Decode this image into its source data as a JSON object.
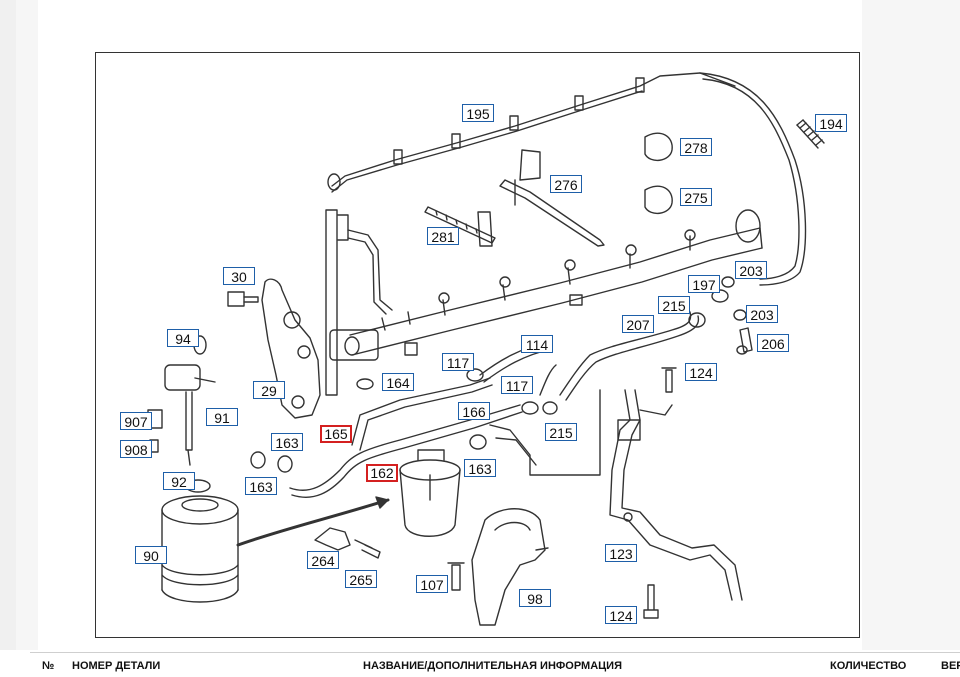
{
  "diagram": {
    "callouts": [
      {
        "id": "195",
        "label": "195",
        "highlighted": false
      },
      {
        "id": "194",
        "label": "194",
        "highlighted": false
      },
      {
        "id": "278",
        "label": "278",
        "highlighted": false
      },
      {
        "id": "276",
        "label": "276",
        "highlighted": false
      },
      {
        "id": "275",
        "label": "275",
        "highlighted": false
      },
      {
        "id": "281",
        "label": "281",
        "highlighted": false
      },
      {
        "id": "30",
        "label": "30",
        "highlighted": false
      },
      {
        "id": "197",
        "label": "197",
        "highlighted": false
      },
      {
        "id": "203a",
        "label": "203",
        "highlighted": false
      },
      {
        "id": "215a",
        "label": "215",
        "highlighted": false
      },
      {
        "id": "203b",
        "label": "203",
        "highlighted": false
      },
      {
        "id": "207",
        "label": "207",
        "highlighted": false
      },
      {
        "id": "206",
        "label": "206",
        "highlighted": false
      },
      {
        "id": "94",
        "label": "94",
        "highlighted": false
      },
      {
        "id": "114",
        "label": "114",
        "highlighted": false
      },
      {
        "id": "117a",
        "label": "117",
        "highlighted": false
      },
      {
        "id": "164",
        "label": "164",
        "highlighted": false
      },
      {
        "id": "124a",
        "label": "124",
        "highlighted": false
      },
      {
        "id": "29",
        "label": "29",
        "highlighted": false
      },
      {
        "id": "117b",
        "label": "117",
        "highlighted": false
      },
      {
        "id": "907",
        "label": "907",
        "highlighted": false
      },
      {
        "id": "91",
        "label": "91",
        "highlighted": false
      },
      {
        "id": "166",
        "label": "166",
        "highlighted": false
      },
      {
        "id": "165",
        "label": "165",
        "highlighted": true
      },
      {
        "id": "215b",
        "label": "215",
        "highlighted": false
      },
      {
        "id": "908",
        "label": "908",
        "highlighted": false
      },
      {
        "id": "163a",
        "label": "163",
        "highlighted": false
      },
      {
        "id": "162",
        "label": "162",
        "highlighted": true
      },
      {
        "id": "163b",
        "label": "163",
        "highlighted": false
      },
      {
        "id": "92",
        "label": "92",
        "highlighted": false
      },
      {
        "id": "163c",
        "label": "163",
        "highlighted": false
      },
      {
        "id": "90",
        "label": "90",
        "highlighted": false
      },
      {
        "id": "264",
        "label": "264",
        "highlighted": false
      },
      {
        "id": "123",
        "label": "123",
        "highlighted": false
      },
      {
        "id": "265",
        "label": "265",
        "highlighted": false
      },
      {
        "id": "107",
        "label": "107",
        "highlighted": false
      },
      {
        "id": "98",
        "label": "98",
        "highlighted": false
      },
      {
        "id": "124b",
        "label": "124",
        "highlighted": false
      }
    ]
  },
  "table": {
    "col_no": "№",
    "col_part_number": "НОМЕР ДЕТАЛИ",
    "col_name": "НАЗВАНИЕ/ДОПОЛНИТЕЛЬНАЯ ИНФОРМАЦИЯ",
    "col_quantity": "КОЛИЧЕСТВО",
    "col_version": "ВЕР"
  },
  "colors": {
    "callout_border": "#1e5fa8",
    "highlight_border": "#d42020",
    "line": "#333333"
  }
}
